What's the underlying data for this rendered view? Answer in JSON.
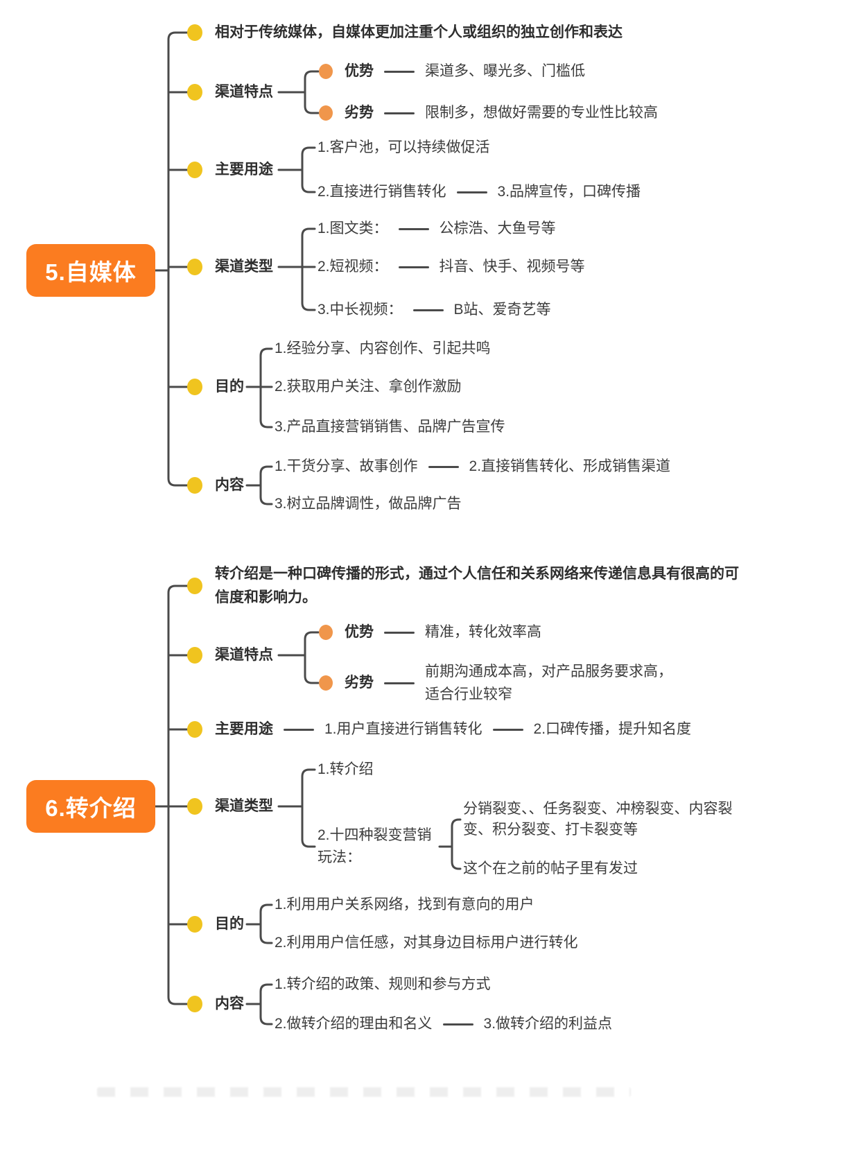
{
  "colors": {
    "root_bg": "#fb7c20",
    "yellow_dot": "#f0c41f",
    "orange_dot": "#f0964b",
    "line": "#4a4a4a"
  },
  "tree1": {
    "root": "5.自媒体",
    "description": "相对于传统媒体，自媒体更加注重个人或组织的独立创作和表达",
    "channel_features": {
      "label": "渠道特点",
      "advantage_label": "优势",
      "advantage_value": "渠道多、曝光多、门槛低",
      "disadvantage_label": "劣势",
      "disadvantage_value": "限制多，想做好需要的专业性比较高"
    },
    "main_uses": {
      "label": "主要用途",
      "item1": "1.客户池，可以持续做促活",
      "item2": "2.直接进行销售转化",
      "item3": "3.品牌宣传，口碑传播"
    },
    "channel_types": {
      "label": "渠道类型",
      "type1_label": "1.图文类：",
      "type1_value": "公棕浩、大鱼号等",
      "type2_label": "2.短视频：",
      "type2_value": "抖音、快手、视频号等",
      "type3_label": "3.中长视频：",
      "type3_value": "B站、爱奇艺等"
    },
    "purpose": {
      "label": "目的",
      "item1": "1.经验分享、内容创作、引起共鸣",
      "item2": "2.获取用户关注、拿创作激励",
      "item3": "3.产品直接营销销售、品牌广告宣传"
    },
    "content": {
      "label": "内容",
      "item1": "1.干货分享、故事创作",
      "item2": "2.直接销售转化、形成销售渠道",
      "item3": "3.树立品牌调性，做品牌广告"
    }
  },
  "tree2": {
    "root": "6.转介绍",
    "description": "转介绍是一种口碑传播的形式，通过个人信任和关系网络来传递信息具有很高的可信度和影响力。",
    "channel_features": {
      "label": "渠道特点",
      "advantage_label": "优势",
      "advantage_value": "精准，转化效率高",
      "disadvantage_label": "劣势",
      "disadvantage_value": "前期沟通成本高，对产品服务要求高，适合行业较窄"
    },
    "main_uses": {
      "label": "主要用途",
      "item1": "1.用户直接进行销售转化",
      "item2": "2.口碑传播，提升知名度"
    },
    "channel_types": {
      "label": "渠道类型",
      "type1": "1.转介绍",
      "type2_label": "2.十四种裂变营销玩法：",
      "fission_list": "分销裂变、、任务裂变、冲榜裂变、内容裂变、积分裂变、打卡裂变等",
      "fission_note": "这个在之前的帖子里有发过"
    },
    "purpose": {
      "label": "目的",
      "item1": "1.利用用户关系网络，找到有意向的用户",
      "item2": "2.利用用户信任感，对其身边目标用户进行转化"
    },
    "content": {
      "label": "内容",
      "item1": "1.转介绍的政策、规则和参与方式",
      "item2": "2.做转介绍的理由和名义",
      "item3": "3.做转介绍的利益点"
    }
  }
}
